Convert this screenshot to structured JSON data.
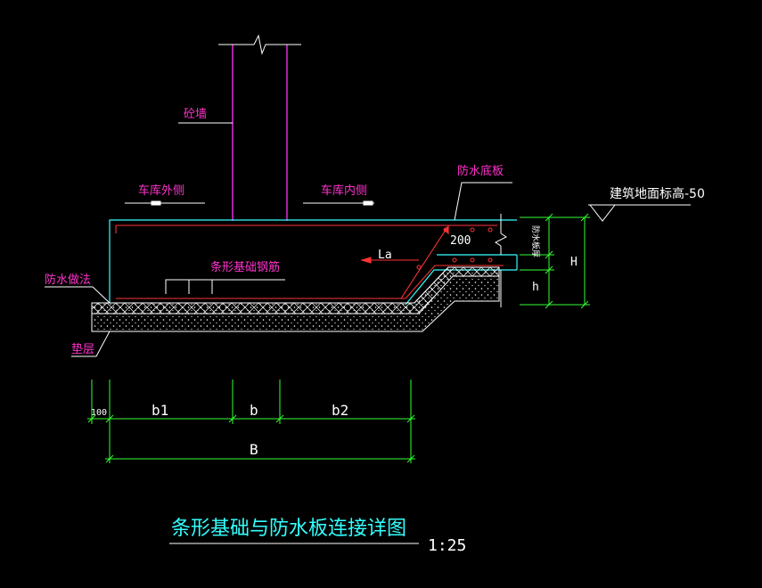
{
  "labels": {
    "concrete_wall": "砼墙",
    "garage_outside": "车库外侧",
    "garage_inside": "车库内侧",
    "waterproof_slab": "防水底板",
    "building_elevation": "建筑地面标高-50",
    "slab_thickness": "防水板厚",
    "strip_rebar": "条形基础钢筋",
    "waterproof_method": "防水做法",
    "cushion": "垫层",
    "la": "La",
    "dim_200": "200",
    "dim_H": "H",
    "dim_h": "h",
    "dim_100": "100",
    "dim_b1": "b1",
    "dim_b": "b",
    "dim_b2": "b2",
    "dim_B": "B",
    "title": "条形基础与防水板连接详图",
    "scale": "1:25"
  },
  "colors": {
    "background": "#000000",
    "wall": "#ff33ff",
    "outline": "#33ffff",
    "rebar": "#ff3333",
    "label_magenta": "#ff33cc",
    "white": "#ffffff",
    "dimension": "#33ff33",
    "title": "#33ffff"
  }
}
